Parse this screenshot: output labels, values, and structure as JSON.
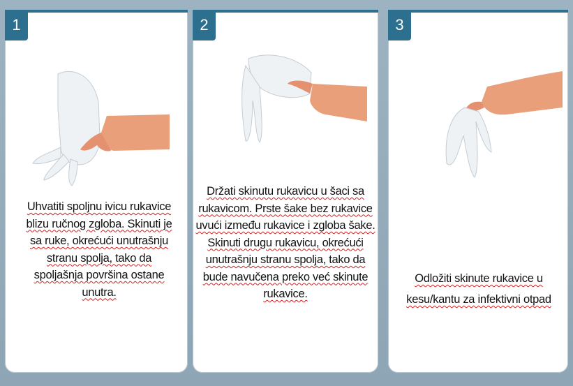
{
  "steps": [
    {
      "number": "1",
      "text": "Uhvatiti spolјnu ivicu rukavice blizu ručnog zgloba.  Skinuti je sa ruke, okrećući unutrašnju stranu spolja, tako da spolјašnja površina ostane unutra."
    },
    {
      "number": "2",
      "text": "Držati skinutu rukavicu u šaci sa rukavicom. Prste šake bez rukavice uvući  između rukavice i zgloba šake. Skinuti drugu rukavicu, okrećući unutrašnju stranu spolja,  tako da bude navučena preko već skinute rukavice."
    },
    {
      "number": "3",
      "text": "Odložiti skinute rukavice u kesu/kantu za infektivni otpad"
    }
  ],
  "colors": {
    "tab": "#2d6f8e",
    "background": "#8fa8b8",
    "skin": "#e9a07a",
    "glove": "#eef2f4"
  }
}
